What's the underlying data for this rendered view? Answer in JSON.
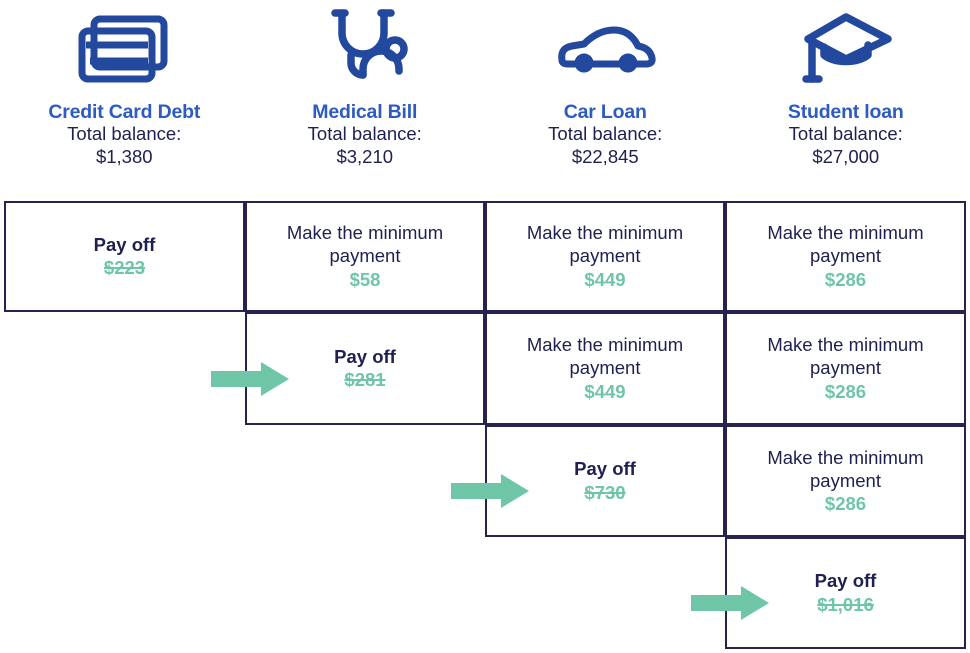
{
  "colors": {
    "accent_blue": "#2C5BC4",
    "icon_blue": "#23499E",
    "navy_text": "#1E2050",
    "border_navy": "#262350",
    "green_amount": "#6FC6A6",
    "arrow_green": "#6FC6A6",
    "background": "#FFFFFF"
  },
  "columns": [
    {
      "icon": "credit-cards-icon",
      "title": "Credit Card Debt",
      "balance_label": "Total balance:",
      "balance_value": "$1,380"
    },
    {
      "icon": "stethoscope-icon",
      "title": "Medical Bill",
      "balance_label": "Total balance:",
      "balance_value": "$3,210"
    },
    {
      "icon": "car-icon",
      "title": "Car Loan",
      "balance_label": "Total balance:",
      "balance_value": "$22,845"
    },
    {
      "icon": "graduation-cap-icon",
      "title": "Student loan",
      "balance_label": "Total balance:",
      "balance_value": "$27,000"
    }
  ],
  "rows": [
    {
      "cells": [
        {
          "action": "Pay off",
          "amount": "$223",
          "type": "payoff",
          "struck": true
        },
        {
          "action": "Make the minimum payment",
          "amount": "$58",
          "type": "minimum",
          "struck": false
        },
        {
          "action": "Make the minimum payment",
          "amount": "$449",
          "type": "minimum",
          "struck": false
        },
        {
          "action": "Make the minimum payment",
          "amount": "$286",
          "type": "minimum",
          "struck": false
        }
      ]
    },
    {
      "cells": [
        {
          "action": "Pay off",
          "amount": "$281",
          "type": "payoff",
          "struck": true
        },
        {
          "action": "Make the minimum payment",
          "amount": "$449",
          "type": "minimum",
          "struck": false
        },
        {
          "action": "Make the minimum payment",
          "amount": "$286",
          "type": "minimum",
          "struck": false
        }
      ]
    },
    {
      "cells": [
        {
          "action": "Pay off",
          "amount": "$730",
          "type": "payoff",
          "struck": true
        },
        {
          "action": "Make the minimum payment",
          "amount": "$286",
          "type": "minimum",
          "struck": false
        }
      ]
    },
    {
      "cells": [
        {
          "action": "Pay off",
          "amount": "$1,016",
          "type": "payoff",
          "struck": true
        }
      ]
    }
  ],
  "arrows": [
    {
      "name": "arrow-to-medical-bill-payoff"
    },
    {
      "name": "arrow-to-car-loan-payoff"
    },
    {
      "name": "arrow-to-student-loan-payoff"
    }
  ]
}
